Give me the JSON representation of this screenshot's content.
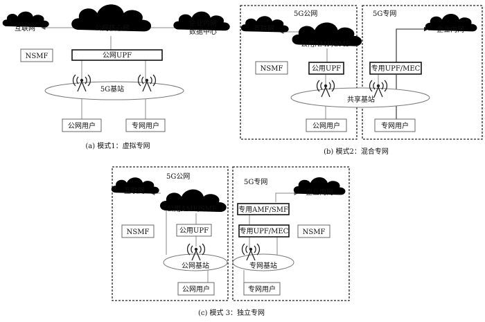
{
  "mode1": {
    "internet": "互联网",
    "core": "公网核心网",
    "enterprise_line1": "企业内网",
    "enterprise_line2": "数据中心",
    "nsmf": "NSMF",
    "upf": "公网UPF",
    "ran": "5G基站",
    "public_user": "公网用户",
    "private_user": "专网用户",
    "caption": "(a) 模式1：虚拟专网"
  },
  "mode2": {
    "public_title": "5G公网",
    "private_title": "5G专网",
    "internet": "互联网",
    "amf": "公用AMF/SMF",
    "nsmf": "NSMF",
    "upf": "公用UPF",
    "private_upf": "专用UPF/MEC",
    "enterprise": "企业内网",
    "ran": "共享基站",
    "public_user": "公网用户",
    "private_user": "专网用户",
    "caption": "(b) 模式2：混合专网"
  },
  "mode3": {
    "public_title": "5G公网",
    "private_title": "5G专网",
    "internet": "互联网",
    "amf": "公用AMF/SMF",
    "nsmf_left": "NSMF",
    "upf": "公用UPF",
    "public_ran": "公网基站",
    "public_user": "公网用户",
    "enterprise": "企业内网",
    "private_amf": "专用AMF/SMF",
    "private_upf": "专用UPF/MEC",
    "nsmf_right": "NSMF",
    "private_ran": "专网基站",
    "private_user": "专网用户",
    "caption": "(c) 模式 3：独立专网"
  },
  "icons": [
    "cloud-icon",
    "base-station-icon",
    "arrow-icon"
  ]
}
